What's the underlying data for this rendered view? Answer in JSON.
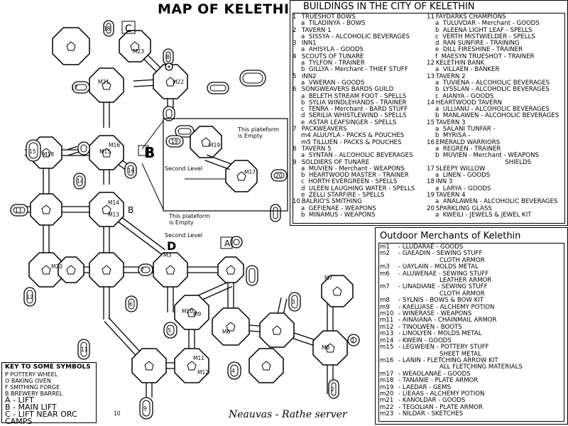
{
  "map": {
    "title": "MAP OF KELETHIN",
    "signature": "Neauvas - Rathe server",
    "big_letters": {
      "c": "C",
      "b_right": "B",
      "b_mid": "B",
      "d": "D",
      "a": "A"
    },
    "platform_note_1": "This plateform\nis Empty",
    "platform_note_2": "This plateform\nis Empty",
    "second_level_1": "Second Level",
    "second_level_2": "Second Level",
    "labels": {
      "n18": "18",
      "n8": "8",
      "n17": "17",
      "n15": "15",
      "n16": "16",
      "n14": "14",
      "n13": "13",
      "n12": "12",
      "n11": "11",
      "n9": "9",
      "n10": "10",
      "n7": "7",
      "n6": "6",
      "n5": "5",
      "n4": "4",
      "n3": "3",
      "n2": "2",
      "n1": "1",
      "n19": "19",
      "n20": "20",
      "m23": "M23",
      "m21": "M21",
      "m22": "M22",
      "m18": "M18",
      "m16": "M16",
      "m15": "M15",
      "m14": "M14",
      "m13": "M13",
      "m20": "M20",
      "m3": "M3",
      "m10": "M10",
      "m9": "M9",
      "m6": "M6",
      "m11": "M11",
      "m12": "M12",
      "m8": "M8",
      "m7": "M7",
      "m19": "M19",
      "m17": "M17"
    }
  },
  "buildings": {
    "title": "BUILDINGS IN THE CITY OF KELETHIN",
    "left": [
      {
        "num": "1",
        "name": "TRUESHOT BOWS",
        "subs": [
          "a  TILADINYA - BOWS"
        ]
      },
      {
        "num": "2",
        "name": "TAVERN 1",
        "subs": [
          "a  SISSYA - ALCOHOLIC BEVERAGES"
        ]
      },
      {
        "num": "3",
        "name": "INN1",
        "subs": [
          "a  AHISYLA - GOODS"
        ]
      },
      {
        "num": "4",
        "name": "SCOUTS OF TUNARE",
        "subs": [
          "a  TYLFON - TRAINER",
          "b  GILLYA - Merchant - THIEF STUFF"
        ]
      },
      {
        "num": "5",
        "name": "INN2",
        "subs": [
          "a  VWERAN - GOODS"
        ]
      },
      {
        "num": "6",
        "name": "SONGWEAVERS BARDS GUILD",
        "subs": [
          "a  BELETH STREAM FOOT - SPELLS",
          "b  SYLIA WINDLEHANDS - TRAINER",
          "c  TENRA - Merchant - BARD STUFF",
          "d  SERILIA WHISTLEWIND - SPELLS",
          "e  ASTAR LEAFSINGER - SPELLS"
        ]
      },
      {
        "num": "7",
        "name": "PACKWEAVERS",
        "subs": [
          "m4 ALUUYLA - PACKS & POUCHES",
          "m5 TILLUEN - PACKS & POUCHES"
        ]
      },
      {
        "num": "8",
        "name": "TAVERN 5",
        "subs": [
          "a  SYNTAN - ALCOHOLIC BEVERAGES"
        ]
      },
      {
        "num": "9",
        "name": "SOLDIERS OF TUNARE",
        "subs": [
          "a  MUVIEN - Merchant - WEAPONS",
          "b  HEARTWOOD MASTER - TRAINER",
          "c  HORTH EVERGREEN - SPELLS",
          "d  ULEEN LAUGHING WATER - SPELLS",
          "e  ZELLI STARFIRE - SPELLS"
        ]
      },
      {
        "num": "10",
        "name": "BALRIO'S SMITHING",
        "subs": [
          "a  GEFIENAE - WEAPONS",
          "b  MINAMUS - WEAPONS"
        ]
      }
    ],
    "right": [
      {
        "num": "11",
        "name": "FAYDARKS CHAMPIONS",
        "subs": [
          "a  TULUVDAR - Merchant - GOODS",
          "b  ALEENA LIGHT LEAF - SPELLS",
          "c  VERTH MISTWIELDER - SPELLS",
          "d  RAN SUNFIRE - TRAINING",
          "e  DILL FIRESHINE - TRAINER",
          "f  MAESYN TRUESHOT - TRAINER"
        ]
      },
      {
        "num": "12",
        "name": "KELETHIN BANK",
        "subs": [
          "a  VILLAEN - BANKER"
        ]
      },
      {
        "num": "13",
        "name": "TAVERN 2",
        "subs": [
          "a  TUVIENA - ALCOHOLIC BEVERAGES",
          "b  LYSSLAN - ALCOHOLIC BEVERAGES",
          "c  AIANYA - GOODS"
        ]
      },
      {
        "num": "14",
        "name": "HEARTWOOD TAVERN",
        "subs": [
          "a  ULLIANU - ALCOHOLIC BEVERAGES",
          "b  MANLAWEN - ALCOHOLIC BEVERAGES"
        ]
      },
      {
        "num": "15",
        "name": "TAVERN 3",
        "subs": [
          "a  SALANI TUNFAR -",
          "b  MYRISA -"
        ]
      },
      {
        "num": "16",
        "name": "EMERALD WARRIORS",
        "subs": [
          "a  REGREN - TRAINER",
          "b  MUVIEN - Merchant - WEAPONS",
          "                                    SHIELDS"
        ]
      },
      {
        "num": "17",
        "name": "SLEEPY WILLOW",
        "subs": [
          "a  LINEN - GOODS"
        ]
      },
      {
        "num": "18",
        "name": "INN 3",
        "subs": [
          "a  LARYA - GOODS"
        ]
      },
      {
        "num": "19",
        "name": "TAVERN 4",
        "subs": [
          "a  ANALAWEN - ALCOHOLIC BEVERAGES"
        ]
      },
      {
        "num": "20",
        "name": "SPARKLING GLASS",
        "subs": [
          "a  KWEILI - JEWELS & JEWEL KIT"
        ]
      }
    ]
  },
  "merchants": {
    "title": "Outdoor Merchants of Kelethin",
    "items": [
      {
        "m": "m1",
        "text": "- LLUDARAE - GOODS"
      },
      {
        "m": "m2",
        "text": "- GAEADIN - SEWING STUFF",
        "cont": "CLOTH ARMOR"
      },
      {
        "m": "m3",
        "text": "- UAYLAIN - MOLDS METAL"
      },
      {
        "m": "m6",
        "text": "- ALUWENAE - SEWING STUFF",
        "cont": "LEATHER ARMOR"
      },
      {
        "m": "m7",
        "text": "- LINADIANE - SEWING STUFF",
        "cont": "CLOTH ARMOR"
      },
      {
        "m": "m8",
        "text": "- SYLNIS - BOWS & BOW KIT"
      },
      {
        "m": "m9",
        "text": "- KAELUASE - ALCHEMY POTION"
      },
      {
        "m": "m10",
        "text": "- WINERASE - WEAPONS"
      },
      {
        "m": "m11",
        "text": "- AINAIANA - CHAINMAIL ARMOR"
      },
      {
        "m": "m12",
        "text": "- TINOLWEN - BOOTS"
      },
      {
        "m": "m13",
        "text": "- LINOLYEN - MOLDS METAL"
      },
      {
        "m": "m14",
        "text": "- KWEIN - GOODS"
      },
      {
        "m": "m15",
        "text": "- LEGWEIEN - POTTERY STUFF",
        "cont": "SHEET METAL"
      },
      {
        "m": "m16",
        "text": "- LANIN - FLETCHING ARROW KIT",
        "cont": "ALL FLETCHING MATERIALS"
      },
      {
        "m": "m17",
        "text": "- WEAOLANAE - GOODS"
      },
      {
        "m": "m18",
        "text": "- TANANIE - PLATE ARMOR"
      },
      {
        "m": "m19",
        "text": "- LAEDAR - GEMS"
      },
      {
        "m": "m20",
        "text": "- LIEAAS - ALCHEMY POTION"
      },
      {
        "m": "m21",
        "text": "- KANOLDAR - GOODS"
      },
      {
        "m": "m22",
        "text": "- TEGOLIAN - PLATE ARMOR"
      },
      {
        "m": "m23",
        "text": "- NILDAR - SKETCHES"
      }
    ]
  },
  "key": {
    "title": "KEY TO SOME SYMBOLS",
    "rows": [
      "P  POTTERY WHEEL",
      "O  BAKING OVEN",
      "F  SMITHING FORGE",
      "B  BREWERY BARREL"
    ],
    "lifts": [
      "A  - LIFT",
      "B  - MAIN LIFT",
      "C  - LIFT NEAR ORC CAMPS"
    ]
  }
}
